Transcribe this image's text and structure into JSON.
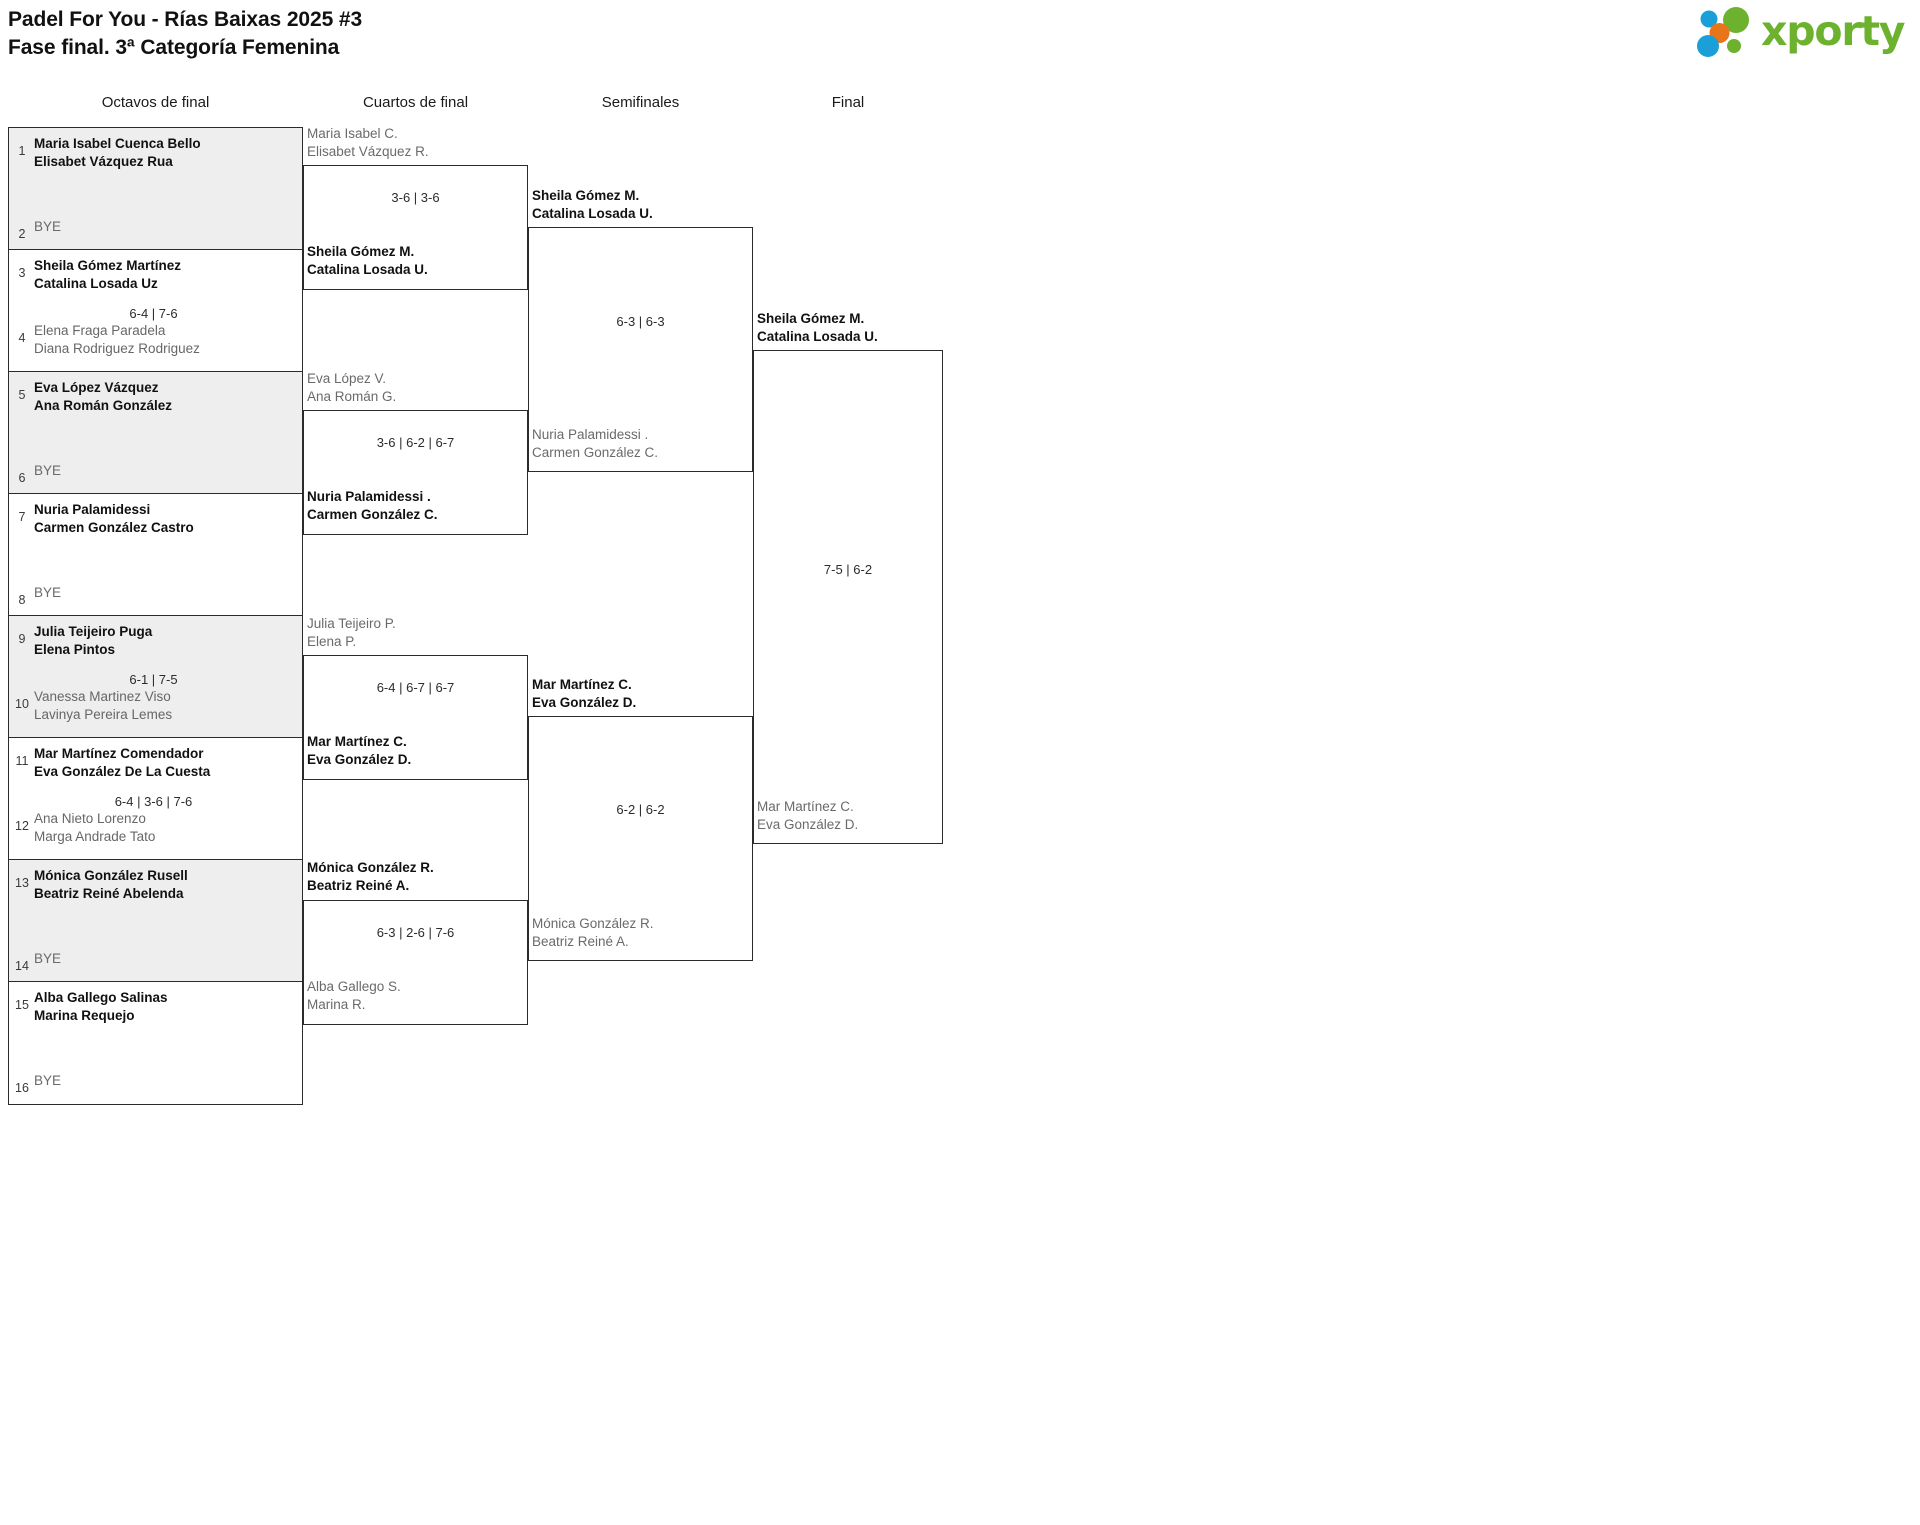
{
  "header": {
    "title_line1": "Padel For You - Rías Baixas 2025 #3",
    "title_line2": "Fase final. 3ª Categoría Femenina",
    "logo_text": "xporty",
    "logo_colors": {
      "green": "#6cb22e",
      "blue": "#1b9fd8",
      "orange": "#e8751a"
    }
  },
  "rounds": [
    {
      "label": "Octavos de final"
    },
    {
      "label": "Cuartos de final"
    },
    {
      "label": "Semifinales"
    },
    {
      "label": "Final"
    }
  ],
  "round1": {
    "matches": [
      {
        "shaded": true,
        "top": {
          "seed": "1",
          "line1": "Maria Isabel Cuenca Bello",
          "line2": "Elisabet Vázquez Rua",
          "winner": true,
          "bye": false
        },
        "bottom": {
          "seed": "2",
          "line1": "BYE",
          "line2": "",
          "winner": false,
          "bye": true
        },
        "score": ""
      },
      {
        "shaded": false,
        "top": {
          "seed": "3",
          "line1": "Sheila Gómez Martínez",
          "line2": "Catalina Losada Uz",
          "winner": true,
          "bye": false
        },
        "bottom": {
          "seed": "4",
          "line1": "Elena Fraga Paradela",
          "line2": "Diana Rodriguez Rodriguez",
          "winner": false,
          "bye": false
        },
        "score": "6-4 | 7-6"
      },
      {
        "shaded": true,
        "top": {
          "seed": "5",
          "line1": "Eva López Vázquez",
          "line2": "Ana Román González",
          "winner": true,
          "bye": false
        },
        "bottom": {
          "seed": "6",
          "line1": "BYE",
          "line2": "",
          "winner": false,
          "bye": true
        },
        "score": ""
      },
      {
        "shaded": false,
        "top": {
          "seed": "7",
          "line1": "Nuria Palamidessi",
          "line2": "Carmen González Castro",
          "winner": true,
          "bye": false
        },
        "bottom": {
          "seed": "8",
          "line1": "BYE",
          "line2": "",
          "winner": false,
          "bye": true
        },
        "score": ""
      },
      {
        "shaded": true,
        "top": {
          "seed": "9",
          "line1": "Julia Teijeiro Puga",
          "line2": "Elena Pintos",
          "winner": true,
          "bye": false
        },
        "bottom": {
          "seed": "10",
          "line1": "Vanessa Martinez Viso",
          "line2": "Lavinya Pereira Lemes",
          "winner": false,
          "bye": false
        },
        "score": "6-1 | 7-5"
      },
      {
        "shaded": false,
        "top": {
          "seed": "11",
          "line1": "Mar Martínez Comendador",
          "line2": "Eva González De La Cuesta",
          "winner": true,
          "bye": false
        },
        "bottom": {
          "seed": "12",
          "line1": "Ana Nieto Lorenzo",
          "line2": "Marga Andrade Tato",
          "winner": false,
          "bye": false
        },
        "score": "6-4 | 3-6 | 7-6"
      },
      {
        "shaded": true,
        "top": {
          "seed": "13",
          "line1": "Mónica González Rusell",
          "line2": "Beatriz Reiné Abelenda",
          "winner": true,
          "bye": false
        },
        "bottom": {
          "seed": "14",
          "line1": "BYE",
          "line2": "",
          "winner": false,
          "bye": true
        },
        "score": ""
      },
      {
        "shaded": false,
        "top": {
          "seed": "15",
          "line1": "Alba Gallego Salinas",
          "line2": "Marina Requejo",
          "winner": true,
          "bye": false
        },
        "bottom": {
          "seed": "16",
          "line1": "BYE",
          "line2": "",
          "winner": false,
          "bye": true
        },
        "score": ""
      }
    ]
  },
  "quarterfinals": [
    {
      "top": {
        "line1": "Maria Isabel C.",
        "line2": "Elisabet Vázquez R.",
        "winner": false
      },
      "bottom": {
        "line1": "Sheila Gómez M.",
        "line2": "Catalina Losada U.",
        "winner": true
      },
      "score": "3-6 | 3-6"
    },
    {
      "top": {
        "line1": "Eva López V.",
        "line2": "Ana Román G.",
        "winner": false
      },
      "bottom": {
        "line1": "Nuria Palamidessi .",
        "line2": "Carmen González C.",
        "winner": true
      },
      "score": "3-6 | 6-2 | 6-7"
    },
    {
      "top": {
        "line1": "Julia Teijeiro P.",
        "line2": "Elena P.",
        "winner": false
      },
      "bottom": {
        "line1": "Mar Martínez C.",
        "line2": "Eva González D.",
        "winner": true
      },
      "score": "6-4 | 6-7 | 6-7"
    },
    {
      "top": {
        "line1": "Mónica González R.",
        "line2": "Beatriz Reiné A.",
        "winner": true
      },
      "bottom": {
        "line1": "Alba Gallego S.",
        "line2": "Marina R.",
        "winner": false
      },
      "score": "6-3 | 2-6 | 7-6"
    }
  ],
  "semifinals": [
    {
      "top": {
        "line1": "Sheila Gómez M.",
        "line2": "Catalina Losada U.",
        "winner": true
      },
      "bottom": {
        "line1": "Nuria Palamidessi .",
        "line2": "Carmen González C.",
        "winner": false
      },
      "score": "6-3 | 6-3"
    },
    {
      "top": {
        "line1": "Mar Martínez C.",
        "line2": "Eva González D.",
        "winner": true
      },
      "bottom": {
        "line1": "Mónica González R.",
        "line2": "Beatriz Reiné A.",
        "winner": false
      },
      "score": "6-2 | 6-2"
    }
  ],
  "final": {
    "top": {
      "line1": "Sheila Gómez M.",
      "line2": "Catalina Losada U.",
      "winner": true
    },
    "bottom": {
      "line1": "Mar Martínez C.",
      "line2": "Eva González D.",
      "winner": false
    },
    "score": "7-5 | 6-2"
  }
}
